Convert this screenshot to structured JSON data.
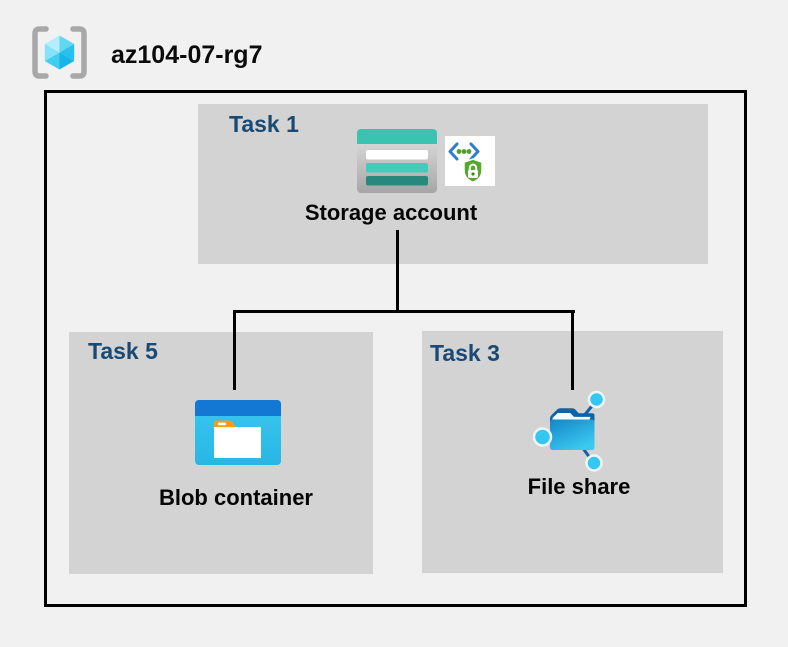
{
  "diagram": {
    "resource_group": {
      "name": "az104-07-rg7"
    },
    "groups": [
      {
        "id": "task1",
        "label": "Task 1",
        "item": "Storage account"
      },
      {
        "id": "task5",
        "label": "Task 5",
        "item": "Blob container"
      },
      {
        "id": "task3",
        "label": "Task 3",
        "item": "File share"
      }
    ],
    "connections": [
      {
        "from": "Storage account",
        "to": "Blob container"
      },
      {
        "from": "Storage account",
        "to": "File share"
      }
    ],
    "icons": {
      "resource_group": "resource-group-icon",
      "storage_account": "storage-account-icon",
      "secured_api": "secured-api-icon",
      "blob_container": "blob-container-icon",
      "file_share": "file-share-icon"
    },
    "colors": {
      "background": "#f1f1f1",
      "box_gray": "#d3d3d3",
      "task_label_navy": "#1a4a73",
      "item_label_black": "#050505",
      "connector_black": "#000000",
      "storage_teal": "#3ac3b1",
      "storage_teal_dark": "#27887b",
      "blob_bar_blue": "#1278d4",
      "blob_body_cyan": "#33c3ec",
      "folder_tab_orange": "#f59c20",
      "file_share_cyan": "#33c7f2",
      "file_share_blue": "#0d63a8",
      "shield_green": "#55a82a",
      "api_bracket_blue": "#2e7ccf",
      "rg_bracket_gray": "#a8a8a8",
      "rg_cube_cyan": "#5fd7f5"
    }
  }
}
